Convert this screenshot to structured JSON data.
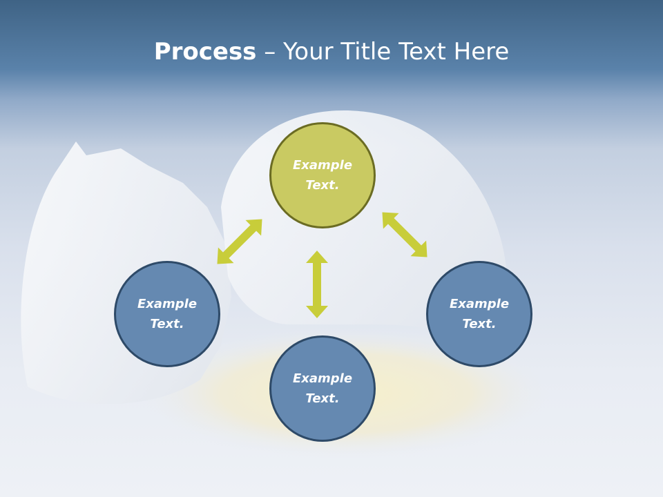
{
  "title": {
    "bold": "Process",
    "rest": " – Your Title Text Here"
  },
  "colors": {
    "center_node": "#c9ca62",
    "outer_node": "#6589b1",
    "arrow": "#c8cd3a"
  },
  "nodes": [
    {
      "line1": "Example",
      "line2": "Text."
    },
    {
      "line1": "Example",
      "line2": "Text."
    },
    {
      "line1": "Example",
      "line2": "Text."
    },
    {
      "line1": "Example",
      "line2": "Text."
    }
  ]
}
